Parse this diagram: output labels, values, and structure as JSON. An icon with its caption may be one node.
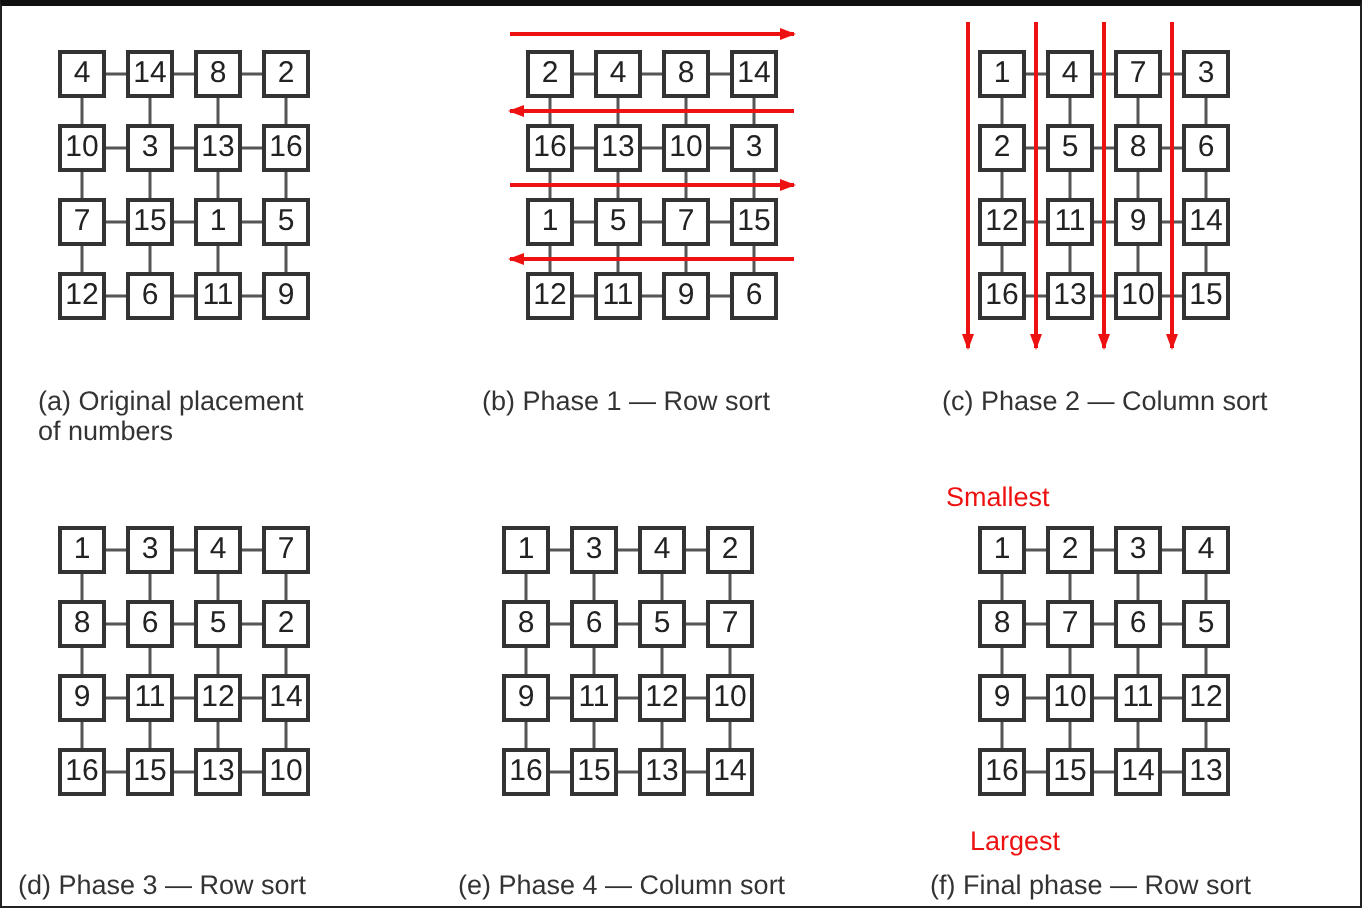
{
  "diagram": {
    "nodes": [
      {
        "text": [
          "4"
        ]
      },
      {
        "text": [
          "14"
        ]
      },
      {
        "text": [
          "8"
        ]
      },
      {
        "text": [
          "2"
        ]
      },
      {
        "text": [
          "10"
        ]
      },
      {
        "text": [
          "3"
        ]
      },
      {
        "text": [
          "13"
        ]
      },
      {
        "text": [
          "16"
        ]
      },
      {
        "text": [
          "7"
        ]
      },
      {
        "text": [
          "15"
        ]
      },
      {
        "text": [
          "1"
        ]
      },
      {
        "text": [
          "5"
        ]
      },
      {
        "text": [
          "12"
        ]
      },
      {
        "text": [
          "6"
        ]
      },
      {
        "text": [
          "11"
        ]
      },
      {
        "text": [
          "9"
        ]
      },
      {
        "text": [
          "2"
        ]
      },
      {
        "text": [
          "4"
        ]
      },
      {
        "text": [
          "8"
        ]
      },
      {
        "text": [
          "14"
        ]
      },
      {
        "text": [
          "16"
        ]
      },
      {
        "text": [
          "13"
        ]
      },
      {
        "text": [
          "10"
        ]
      },
      {
        "text": [
          "3"
        ]
      },
      {
        "text": [
          "1"
        ]
      },
      {
        "text": [
          "5"
        ]
      },
      {
        "text": [
          "7"
        ]
      },
      {
        "text": [
          "15"
        ]
      },
      {
        "text": [
          "12"
        ]
      },
      {
        "text": [
          "11"
        ]
      },
      {
        "text": [
          "9"
        ]
      },
      {
        "text": [
          "6"
        ]
      },
      {
        "text": [
          "1"
        ]
      },
      {
        "text": [
          "4"
        ]
      },
      {
        "text": [
          "7"
        ]
      },
      {
        "text": [
          "3"
        ]
      },
      {
        "text": [
          "2"
        ]
      },
      {
        "text": [
          "5"
        ]
      },
      {
        "text": [
          "8"
        ]
      },
      {
        "text": [
          "6"
        ]
      },
      {
        "text": [
          "12"
        ]
      },
      {
        "text": [
          "11"
        ]
      },
      {
        "text": [
          "9"
        ]
      },
      {
        "text": [
          "14"
        ]
      },
      {
        "text": [
          "16"
        ]
      },
      {
        "text": [
          "13"
        ]
      },
      {
        "text": [
          "10"
        ]
      },
      {
        "text": [
          "15"
        ]
      },
      {
        "text": [
          "1"
        ]
      },
      {
        "text": [
          "3"
        ]
      },
      {
        "text": [
          "4"
        ]
      },
      {
        "text": [
          "7"
        ]
      },
      {
        "text": [
          "8"
        ]
      },
      {
        "text": [
          "6"
        ]
      },
      {
        "text": [
          "5"
        ]
      },
      {
        "text": [
          "2"
        ]
      },
      {
        "text": [
          "9"
        ]
      },
      {
        "text": [
          "11"
        ]
      },
      {
        "text": [
          "12"
        ]
      },
      {
        "text": [
          "14"
        ]
      },
      {
        "text": [
          "16"
        ]
      },
      {
        "text": [
          "15"
        ]
      },
      {
        "text": [
          "13"
        ]
      },
      {
        "text": [
          "10"
        ]
      },
      {
        "text": [
          "1"
        ]
      },
      {
        "text": [
          "3"
        ]
      },
      {
        "text": [
          "4"
        ]
      },
      {
        "text": [
          "2"
        ]
      },
      {
        "text": [
          "8"
        ]
      },
      {
        "text": [
          "6"
        ]
      },
      {
        "text": [
          "5"
        ]
      },
      {
        "text": [
          "7"
        ]
      },
      {
        "text": [
          "9"
        ]
      },
      {
        "text": [
          "11"
        ]
      },
      {
        "text": [
          "12"
        ]
      },
      {
        "text": [
          "10"
        ]
      },
      {
        "text": [
          "16"
        ]
      },
      {
        "text": [
          "15"
        ]
      },
      {
        "text": [
          "13"
        ]
      },
      {
        "text": [
          "14"
        ]
      },
      {
        "text": [
          "1"
        ]
      },
      {
        "text": [
          "2"
        ]
      },
      {
        "text": [
          "3"
        ]
      },
      {
        "text": [
          "4"
        ]
      },
      {
        "text": [
          "8"
        ]
      },
      {
        "text": [
          "7"
        ]
      },
      {
        "text": [
          "6"
        ]
      },
      {
        "text": [
          "5"
        ]
      },
      {
        "text": [
          "9"
        ]
      },
      {
        "text": [
          "10"
        ]
      },
      {
        "text": [
          "11"
        ]
      },
      {
        "text": [
          "12"
        ]
      },
      {
        "text": [
          "16"
        ]
      },
      {
        "text": [
          "15"
        ]
      },
      {
        "text": [
          "14"
        ]
      },
      {
        "text": [
          "13"
        ]
      }
    ],
    "edges": [
      {
        "from": 0,
        "to": 1,
        "arrow": "none"
      },
      {
        "from": 1,
        "to": 2,
        "arrow": "none"
      },
      {
        "from": 2,
        "to": 3,
        "arrow": "none"
      },
      {
        "from": 4,
        "to": 5,
        "arrow": "none"
      },
      {
        "from": 5,
        "to": 6,
        "arrow": "none"
      },
      {
        "from": 6,
        "to": 7,
        "arrow": "none"
      },
      {
        "from": 8,
        "to": 9,
        "arrow": "none"
      },
      {
        "from": 9,
        "to": 10,
        "arrow": "none"
      },
      {
        "from": 10,
        "to": 11,
        "arrow": "none"
      },
      {
        "from": 12,
        "to": 13,
        "arrow": "none"
      },
      {
        "from": 13,
        "to": 14,
        "arrow": "none"
      },
      {
        "from": 14,
        "to": 15,
        "arrow": "none"
      },
      {
        "from": 0,
        "to": 4,
        "arrow": "none"
      },
      {
        "from": 1,
        "to": 5,
        "arrow": "none"
      },
      {
        "from": 2,
        "to": 6,
        "arrow": "none"
      },
      {
        "from": 3,
        "to": 7,
        "arrow": "none"
      },
      {
        "from": 4,
        "to": 8,
        "arrow": "none"
      },
      {
        "from": 5,
        "to": 9,
        "arrow": "none"
      },
      {
        "from": 6,
        "to": 10,
        "arrow": "none"
      },
      {
        "from": 7,
        "to": 11,
        "arrow": "none"
      },
      {
        "from": 8,
        "to": 12,
        "arrow": "none"
      },
      {
        "from": 9,
        "to": 13,
        "arrow": "none"
      },
      {
        "from": 10,
        "to": 14,
        "arrow": "none"
      },
      {
        "from": 11,
        "to": 15,
        "arrow": "none"
      },
      {
        "from": 16,
        "to": 17,
        "arrow": "none"
      },
      {
        "from": 17,
        "to": 18,
        "arrow": "none"
      },
      {
        "from": 18,
        "to": 19,
        "arrow": "none"
      },
      {
        "from": 20,
        "to": 21,
        "arrow": "none"
      },
      {
        "from": 21,
        "to": 22,
        "arrow": "none"
      },
      {
        "from": 22,
        "to": 23,
        "arrow": "none"
      },
      {
        "from": 24,
        "to": 25,
        "arrow": "none"
      },
      {
        "from": 25,
        "to": 26,
        "arrow": "none"
      },
      {
        "from": 26,
        "to": 27,
        "arrow": "none"
      },
      {
        "from": 28,
        "to": 29,
        "arrow": "none"
      },
      {
        "from": 29,
        "to": 30,
        "arrow": "none"
      },
      {
        "from": 30,
        "to": 31,
        "arrow": "none"
      },
      {
        "from": 16,
        "to": 20,
        "arrow": "none"
      },
      {
        "from": 17,
        "to": 21,
        "arrow": "none"
      },
      {
        "from": 18,
        "to": 22,
        "arrow": "none"
      },
      {
        "from": 19,
        "to": 23,
        "arrow": "none"
      },
      {
        "from": 20,
        "to": 24,
        "arrow": "none"
      },
      {
        "from": 21,
        "to": 25,
        "arrow": "none"
      },
      {
        "from": 22,
        "to": 26,
        "arrow": "none"
      },
      {
        "from": 23,
        "to": 27,
        "arrow": "none"
      },
      {
        "from": 24,
        "to": 28,
        "arrow": "none"
      },
      {
        "from": 25,
        "to": 29,
        "arrow": "none"
      },
      {
        "from": 26,
        "to": 30,
        "arrow": "none"
      },
      {
        "from": 27,
        "to": 31,
        "arrow": "none"
      },
      {
        "from": 32,
        "to": 33,
        "arrow": "none"
      },
      {
        "from": 33,
        "to": 34,
        "arrow": "none"
      },
      {
        "from": 34,
        "to": 35,
        "arrow": "none"
      },
      {
        "from": 36,
        "to": 37,
        "arrow": "none"
      },
      {
        "from": 37,
        "to": 38,
        "arrow": "none"
      },
      {
        "from": 38,
        "to": 39,
        "arrow": "none"
      },
      {
        "from": 40,
        "to": 41,
        "arrow": "none"
      },
      {
        "from": 41,
        "to": 42,
        "arrow": "none"
      },
      {
        "from": 42,
        "to": 43,
        "arrow": "none"
      },
      {
        "from": 44,
        "to": 45,
        "arrow": "none"
      },
      {
        "from": 45,
        "to": 46,
        "arrow": "none"
      },
      {
        "from": 46,
        "to": 47,
        "arrow": "none"
      },
      {
        "from": 32,
        "to": 36,
        "arrow": "none"
      },
      {
        "from": 33,
        "to": 37,
        "arrow": "none"
      },
      {
        "from": 34,
        "to": 38,
        "arrow": "none"
      },
      {
        "from": 35,
        "to": 39,
        "arrow": "none"
      },
      {
        "from": 36,
        "to": 40,
        "arrow": "none"
      },
      {
        "from": 37,
        "to": 41,
        "arrow": "none"
      },
      {
        "from": 38,
        "to": 42,
        "arrow": "none"
      },
      {
        "from": 39,
        "to": 43,
        "arrow": "none"
      },
      {
        "from": 40,
        "to": 44,
        "arrow": "none"
      },
      {
        "from": 41,
        "to": 45,
        "arrow": "none"
      },
      {
        "from": 42,
        "to": 46,
        "arrow": "none"
      },
      {
        "from": 43,
        "to": 47,
        "arrow": "none"
      },
      {
        "from": 48,
        "to": 49,
        "arrow": "none"
      },
      {
        "from": 49,
        "to": 50,
        "arrow": "none"
      },
      {
        "from": 50,
        "to": 51,
        "arrow": "none"
      },
      {
        "from": 52,
        "to": 53,
        "arrow": "none"
      },
      {
        "from": 53,
        "to": 54,
        "arrow": "none"
      },
      {
        "from": 54,
        "to": 55,
        "arrow": "none"
      },
      {
        "from": 56,
        "to": 57,
        "arrow": "none"
      },
      {
        "from": 57,
        "to": 58,
        "arrow": "none"
      },
      {
        "from": 58,
        "to": 59,
        "arrow": "none"
      },
      {
        "from": 60,
        "to": 61,
        "arrow": "none"
      },
      {
        "from": 61,
        "to": 62,
        "arrow": "none"
      },
      {
        "from": 62,
        "to": 63,
        "arrow": "none"
      },
      {
        "from": 48,
        "to": 52,
        "arrow": "none"
      },
      {
        "from": 49,
        "to": 53,
        "arrow": "none"
      },
      {
        "from": 50,
        "to": 54,
        "arrow": "none"
      },
      {
        "from": 51,
        "to": 55,
        "arrow": "none"
      },
      {
        "from": 52,
        "to": 56,
        "arrow": "none"
      },
      {
        "from": 53,
        "to": 57,
        "arrow": "none"
      },
      {
        "from": 54,
        "to": 58,
        "arrow": "none"
      },
      {
        "from": 55,
        "to": 59,
        "arrow": "none"
      },
      {
        "from": 56,
        "to": 60,
        "arrow": "none"
      },
      {
        "from": 57,
        "to": 61,
        "arrow": "none"
      },
      {
        "from": 58,
        "to": 62,
        "arrow": "none"
      },
      {
        "from": 59,
        "to": 63,
        "arrow": "none"
      },
      {
        "from": 64,
        "to": 65,
        "arrow": "none"
      },
      {
        "from": 65,
        "to": 66,
        "arrow": "none"
      },
      {
        "from": 66,
        "to": 67,
        "arrow": "none"
      },
      {
        "from": 68,
        "to": 69,
        "arrow": "none"
      },
      {
        "from": 69,
        "to": 70,
        "arrow": "none"
      },
      {
        "from": 70,
        "to": 71,
        "arrow": "none"
      },
      {
        "from": 72,
        "to": 73,
        "arrow": "none"
      },
      {
        "from": 73,
        "to": 74,
        "arrow": "none"
      },
      {
        "from": 74,
        "to": 75,
        "arrow": "none"
      },
      {
        "from": 76,
        "to": 77,
        "arrow": "none"
      },
      {
        "from": 77,
        "to": 78,
        "arrow": "none"
      },
      {
        "from": 78,
        "to": 79,
        "arrow": "none"
      },
      {
        "from": 64,
        "to": 68,
        "arrow": "none"
      },
      {
        "from": 65,
        "to": 69,
        "arrow": "none"
      },
      {
        "from": 66,
        "to": 70,
        "arrow": "none"
      },
      {
        "from": 67,
        "to": 71,
        "arrow": "none"
      },
      {
        "from": 68,
        "to": 72,
        "arrow": "none"
      },
      {
        "from": 69,
        "to": 73,
        "arrow": "none"
      },
      {
        "from": 70,
        "to": 74,
        "arrow": "none"
      },
      {
        "from": 71,
        "to": 75,
        "arrow": "none"
      },
      {
        "from": 72,
        "to": 76,
        "arrow": "none"
      },
      {
        "from": 73,
        "to": 77,
        "arrow": "none"
      },
      {
        "from": 74,
        "to": 78,
        "arrow": "none"
      },
      {
        "from": 75,
        "to": 79,
        "arrow": "none"
      },
      {
        "from": 80,
        "to": 81,
        "arrow": "none"
      },
      {
        "from": 81,
        "to": 82,
        "arrow": "none"
      },
      {
        "from": 82,
        "to": 83,
        "arrow": "none"
      },
      {
        "from": 84,
        "to": 85,
        "arrow": "none"
      },
      {
        "from": 85,
        "to": 86,
        "arrow": "none"
      },
      {
        "from": 86,
        "to": 87,
        "arrow": "none"
      },
      {
        "from": 88,
        "to": 89,
        "arrow": "none"
      },
      {
        "from": 89,
        "to": 90,
        "arrow": "none"
      },
      {
        "from": 90,
        "to": 91,
        "arrow": "none"
      },
      {
        "from": 92,
        "to": 93,
        "arrow": "none"
      },
      {
        "from": 93,
        "to": 94,
        "arrow": "none"
      },
      {
        "from": 94,
        "to": 95,
        "arrow": "none"
      },
      {
        "from": 80,
        "to": 84,
        "arrow": "none"
      },
      {
        "from": 81,
        "to": 85,
        "arrow": "none"
      },
      {
        "from": 82,
        "to": 86,
        "arrow": "none"
      },
      {
        "from": 83,
        "to": 87,
        "arrow": "none"
      },
      {
        "from": 84,
        "to": 88,
        "arrow": "none"
      },
      {
        "from": 85,
        "to": 89,
        "arrow": "none"
      },
      {
        "from": 86,
        "to": 90,
        "arrow": "none"
      },
      {
        "from": 87,
        "to": 91,
        "arrow": "none"
      },
      {
        "from": 88,
        "to": 92,
        "arrow": "none"
      },
      {
        "from": 89,
        "to": 93,
        "arrow": "none"
      },
      {
        "from": 90,
        "to": 94,
        "arrow": "none"
      },
      {
        "from": 91,
        "to": 95,
        "arrow": "none"
      }
    ],
    "labels": [
      "(a) Original placement of numbers",
      "(b) Phase 1 — Row sort",
      "(c) Phase 2 — Column sort",
      "Smallest",
      "Largest",
      "(d) Phase 3 — Row sort",
      "(e) Phase 4 — Column sort",
      "(f) Final phase — Row sort"
    ]
  }
}
